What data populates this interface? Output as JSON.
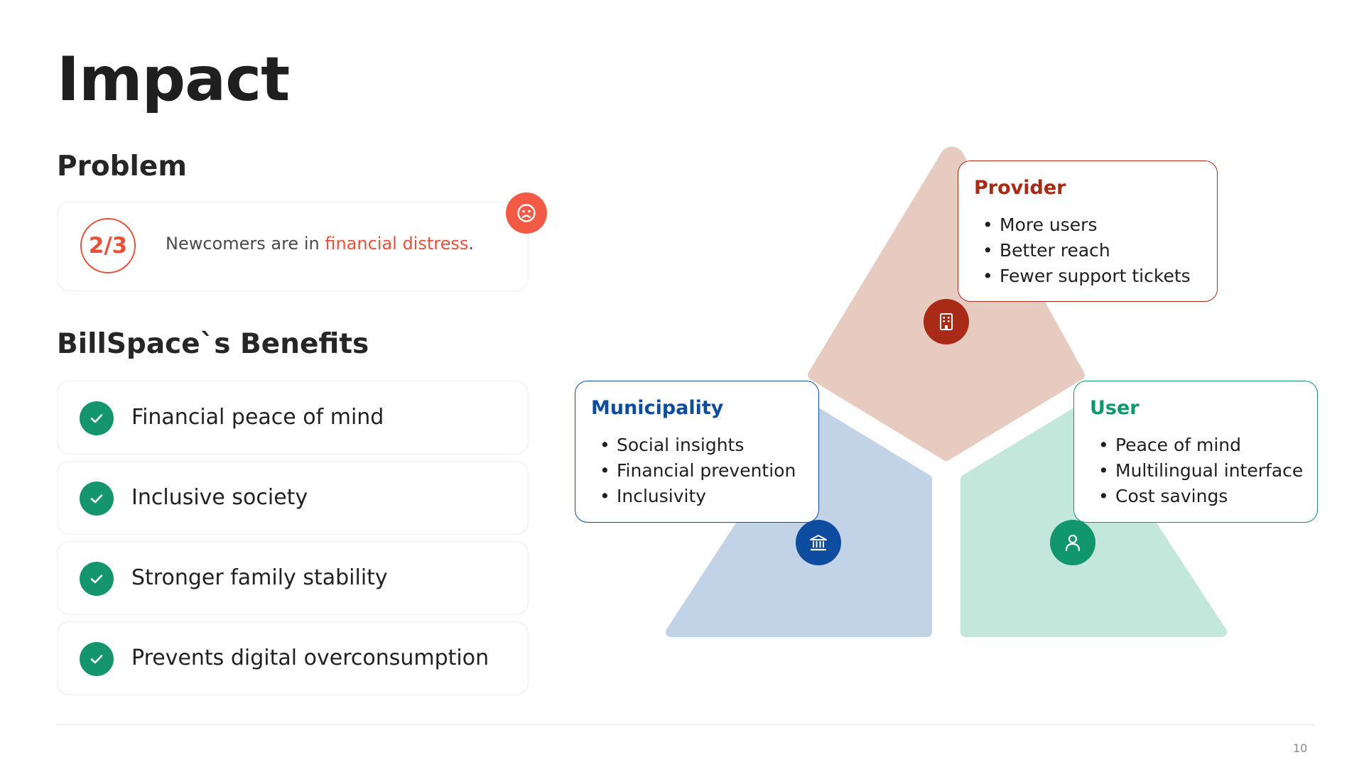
{
  "page": {
    "title": "Impact",
    "page_number": "10"
  },
  "problem": {
    "heading": "Problem",
    "stat": "2/3",
    "text_before": "Newcomers are in ",
    "text_highlight": "financial distress",
    "text_after": ".",
    "badge_icon": "sad-face-icon"
  },
  "benefits": {
    "heading": "BillSpace`s Benefits",
    "icon": "checkmark-icon",
    "items": [
      {
        "label": "Financial peace of mind"
      },
      {
        "label": "Inclusive society"
      },
      {
        "label": "Stronger family stability"
      },
      {
        "label": "Prevents digital overconsumption"
      }
    ]
  },
  "stakeholders": {
    "provider": {
      "title": "Provider",
      "icon": "building-icon",
      "items": [
        "More users",
        "Better reach",
        "Fewer support tickets"
      ]
    },
    "municipality": {
      "title": "Municipality",
      "icon": "bank-icon",
      "items": [
        "Social insights",
        "Financial prevention",
        "Inclusivity"
      ]
    },
    "user": {
      "title": "User",
      "icon": "person-icon",
      "items": [
        "Peace of mind",
        "Multilingual interface",
        "Cost savings"
      ]
    }
  },
  "colors": {
    "accent_red": "#e8503a",
    "check_green": "#14956b",
    "provider_dark": "#a82a17",
    "provider_fill": "#e7cbc1",
    "municipality_blue": "#0d4c9e",
    "municipality_fill": "#c2d3e8",
    "user_green": "#12966b",
    "user_fill": "#c3e7da"
  }
}
